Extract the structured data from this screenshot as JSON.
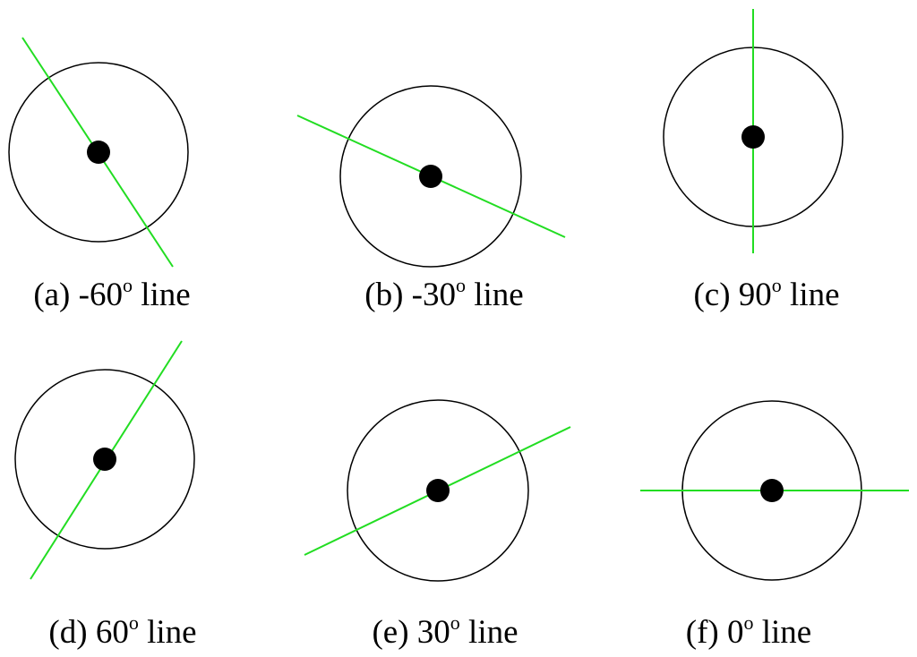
{
  "figure": {
    "panels": [
      {
        "label": "(a) -60",
        "degree_mark": "o",
        "suffix": " line",
        "angle_deg": -60
      },
      {
        "label": "(b) -30",
        "degree_mark": "o",
        "suffix": " line",
        "angle_deg": -30
      },
      {
        "label": "(c) 90",
        "degree_mark": "o",
        "suffix": " line",
        "angle_deg": 90
      },
      {
        "label": "(d) 60",
        "degree_mark": "o",
        "suffix": " line",
        "angle_deg": 60
      },
      {
        "label": "(e) 30",
        "degree_mark": "o",
        "suffix": " line",
        "angle_deg": 30
      },
      {
        "label": "(f) 0",
        "degree_mark": "o",
        "suffix": " line",
        "angle_deg": 0
      }
    ],
    "colors": {
      "line": "#22dd22",
      "circle": "#000000",
      "dot": "#000000"
    }
  }
}
